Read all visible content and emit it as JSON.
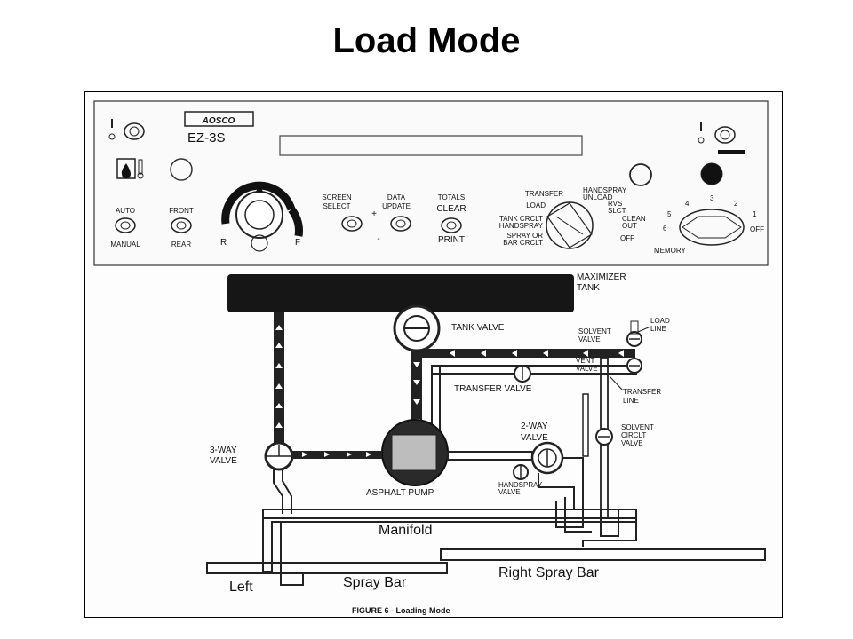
{
  "slide": {
    "title": "Load Mode"
  },
  "panel": {
    "brand": "AOSCO",
    "model": "EZ-3S",
    "auto": "AUTO",
    "manual": "MANUAL",
    "front": "FRONT",
    "rear": "REAR",
    "r": "R",
    "f": "F",
    "screen": "SCREEN",
    "select": "SELECT",
    "data": "DATA",
    "update": "UPDATE",
    "plus": "+",
    "minus": "-",
    "totals": "TOTALS",
    "clear": "CLEAR",
    "print": "PRINT",
    "modes": {
      "transfer": "TRANSFER",
      "handspray": "HANDSPRAY",
      "unload": "UNLOAD",
      "load": "LOAD",
      "rvs": "RVS",
      "slct": "SLCT",
      "tank_crclt": "TANK CRCLT",
      "handspray2": "HANDSPRAY",
      "clean": "CLEAN",
      "out": "OUT",
      "spray_or": "SPRAY OR",
      "bar_crclt": "BAR CRCLT",
      "off": "OFF"
    },
    "memory_digits": [
      "5",
      "4",
      "3",
      "2",
      "1",
      "6"
    ],
    "memory_off": "OFF",
    "memory": "MEMORY"
  },
  "labels": {
    "maximizer": "MAXIMIZER",
    "tank": "TANK",
    "tank_valve": "TANK VALVE",
    "solvent": "SOLVENT",
    "valve": "VALVE",
    "load": "LOAD",
    "line": "LINE",
    "vent": "VENT",
    "vent_valve": "VALVE",
    "transfer_valve": "TRANSFER VALVE",
    "transfer": "TRANSFER",
    "transfer_line": "LINE",
    "two_way": "2-WAY",
    "two_way_valve": "VALVE",
    "solvent2": "SOLVENT",
    "circlt": "CIRCLT",
    "circlt_valve": "VALVE",
    "three_way": "3-WAY",
    "three_way_valve": "VALVE",
    "asphalt_pump": "ASPHALT PUMP",
    "handspray": "HANDSPRAY",
    "handspray_valve": "VALVE",
    "manifold": "Manifold",
    "right_spray_bar": "Right Spray Bar",
    "left": "Left",
    "spray_bar": "Spray Bar",
    "caption": "FIGURE 6 - Loading Mode"
  }
}
